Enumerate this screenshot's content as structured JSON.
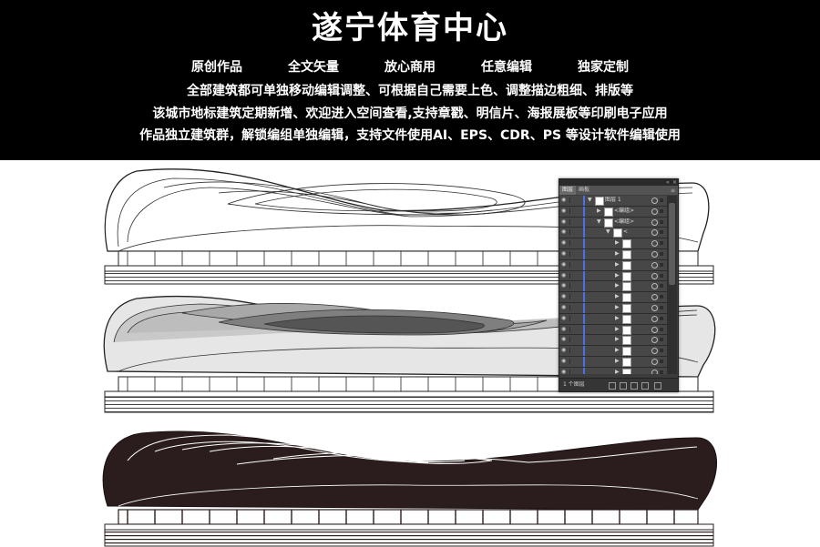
{
  "banner": {
    "title": "遂宁体育中心",
    "features": [
      "原创作品",
      "全文矢量",
      "放心商用",
      "任意编辑",
      "独家定制"
    ],
    "line1": "全部建筑都可单独移动编辑调整、可根据自己需要上色、调整描边粗细、排版等",
    "line2": "该城市地标建筑定期新增、欢迎进入空间查看,支持章戳、明信片、海报展板等印刷电子应用",
    "line3": "作品独立建筑群，解锁编组单独编辑，支持文件使用AI、EPS、CDR、PS 等设计软件编辑使用"
  },
  "colors": {
    "banner_bg": "#000000",
    "banner_text": "#ffffff",
    "line_art": "#222222",
    "grey_fill": "#cfcfcf",
    "dark_fill": "#2b1d1d",
    "panel_bg": "#3c3c3c",
    "layer_color_bar": "#4f6fe8"
  },
  "layers_panel": {
    "tabs": [
      "图层",
      "画板"
    ],
    "layers": [
      {
        "name": "图层 1",
        "indent": 0,
        "expanded": true,
        "thumb": true
      },
      {
        "name": "<编组>",
        "indent": 1,
        "expanded": false,
        "thumb": true
      },
      {
        "name": "<编组>",
        "indent": 1,
        "expanded": true,
        "thumb": true
      },
      {
        "name": "<",
        "indent": 2,
        "expanded": true,
        "thumb": true
      },
      {
        "name": "",
        "indent": 3,
        "expanded": false,
        "thumb": true
      },
      {
        "name": "",
        "indent": 3,
        "expanded": false,
        "thumb": true
      },
      {
        "name": "",
        "indent": 3,
        "expanded": false,
        "thumb": true
      },
      {
        "name": "",
        "indent": 3,
        "expanded": false,
        "thumb": true
      },
      {
        "name": "",
        "indent": 3,
        "expanded": false,
        "thumb": true
      },
      {
        "name": "",
        "indent": 3,
        "expanded": false,
        "thumb": true
      },
      {
        "name": "",
        "indent": 3,
        "expanded": false,
        "thumb": true
      },
      {
        "name": "",
        "indent": 3,
        "expanded": false,
        "thumb": true
      },
      {
        "name": "",
        "indent": 3,
        "expanded": false,
        "thumb": true
      },
      {
        "name": "",
        "indent": 3,
        "expanded": false,
        "thumb": true
      },
      {
        "name": "",
        "indent": 3,
        "expanded": false,
        "thumb": true
      },
      {
        "name": "",
        "indent": 3,
        "expanded": false,
        "thumb": true
      },
      {
        "name": "",
        "indent": 3,
        "expanded": false,
        "thumb": true
      },
      {
        "name": "",
        "indent": 2,
        "expanded": true,
        "thumb": true
      }
    ],
    "footer_count": "1 个图层"
  }
}
